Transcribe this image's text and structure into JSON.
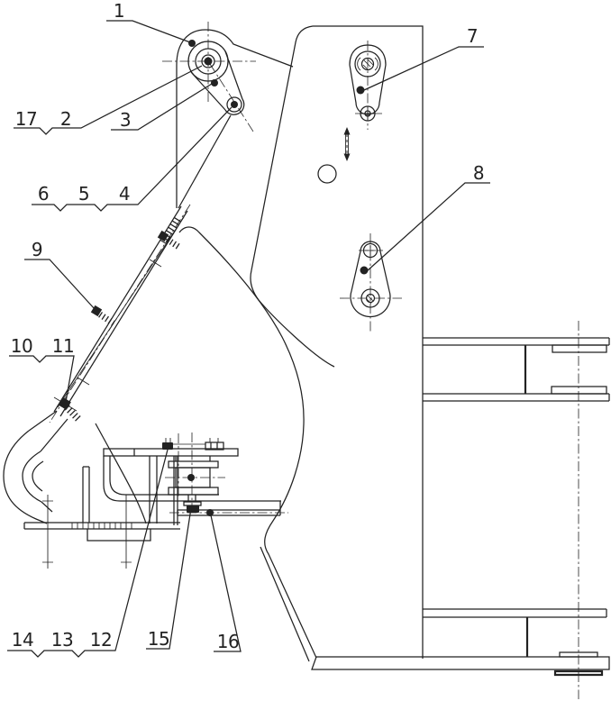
{
  "colors": {
    "line": "#222222",
    "background": "#ffffff"
  },
  "callouts": {
    "1": "1",
    "2": "2",
    "3": "3",
    "4": "4",
    "5": "5",
    "6": "6",
    "7": "7",
    "8": "8",
    "9": "9",
    "10": "10",
    "11": "11",
    "12": "12",
    "13": "13",
    "14": "14",
    "15": "15",
    "16": "16",
    "17": "17"
  }
}
